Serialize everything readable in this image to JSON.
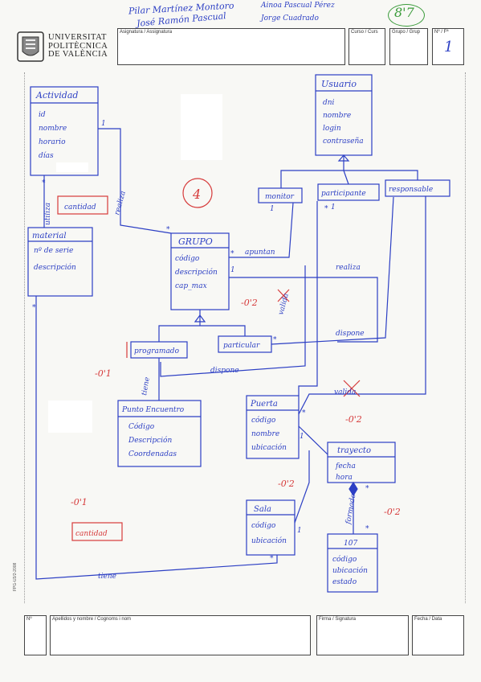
{
  "header": {
    "university": [
      "UNIVERSITAT",
      "POLITÈCNICA",
      "DE VALÈNCIA"
    ],
    "authors_left": [
      "Pilar Martínez Montoro",
      "José Ramón Pascual"
    ],
    "authors_right": [
      "Ainoa Pascual Pérez",
      "Jorge Cuadrado"
    ],
    "subject_label": "Asignatura / Assignatura",
    "course_label": "Curso / Curs",
    "group_label": "Grupo / Grup",
    "page_label": "Nº / Fª",
    "page_value": "1",
    "score": "8'7"
  },
  "footer": {
    "num_label": "Nº",
    "name_label": "Apellidos y nombre / Cognoms i nom",
    "sign_label": "Firma / Signatura",
    "date_label": "Fecha / Data",
    "side_code": "FPG-U3/2-2008"
  },
  "diagram": {
    "grade_mark": "4",
    "classes": {
      "actividad": {
        "name": "Actividad",
        "attrs": [
          "id",
          "nombre",
          "horario",
          "días"
        ]
      },
      "usuario": {
        "name": "Usuario",
        "attrs": [
          "dni",
          "nombre",
          "login",
          "contraseña"
        ]
      },
      "material": {
        "name": "material",
        "attrs": [
          "nº de serie",
          "descripción"
        ]
      },
      "grupo": {
        "name": "GRUPO",
        "attrs": [
          "código",
          "descripción",
          "cap_max"
        ]
      },
      "monitor": {
        "name": "monitor"
      },
      "participante": {
        "name": "participante"
      },
      "responsable": {
        "name": "responsable"
      },
      "programado": {
        "name": "programado"
      },
      "particular": {
        "name": "particular"
      },
      "punto": {
        "name": "Punto Encuentro",
        "attrs": [
          "Código",
          "Descripción",
          "Coordenadas"
        ]
      },
      "puerta": {
        "name": "Puerta",
        "attrs": [
          "código",
          "nombre",
          "ubicación"
        ]
      },
      "trayecto": {
        "name": "trayecto",
        "attrs": [
          "fecha",
          "hora"
        ]
      },
      "sala": {
        "name": "Sala",
        "attrs": [
          "código",
          "ubicación"
        ]
      },
      "box107": {
        "name": "107",
        "attrs": [
          "código",
          "ubicación",
          "estado"
        ]
      },
      "cantidad": {
        "name": "cantidad"
      },
      "cantidad2": {
        "name": "cantidad"
      }
    },
    "labels": {
      "utiliza": "utiliza",
      "realiza1": "realiza",
      "apuntan": "apuntan",
      "realiza2": "realiza",
      "valida1": "valida",
      "dispone1": "dispone",
      "dispone2": "dispone",
      "tiene1": "tiene",
      "valida2": "valida",
      "formado": "formado",
      "tiene2": "tiene"
    },
    "deductions": [
      "-0'2",
      "-0'1",
      "-0'2",
      "-0'2",
      "-0'2",
      "-0'1"
    ],
    "multiplicities": {
      "one": "1",
      "many": "*"
    }
  }
}
